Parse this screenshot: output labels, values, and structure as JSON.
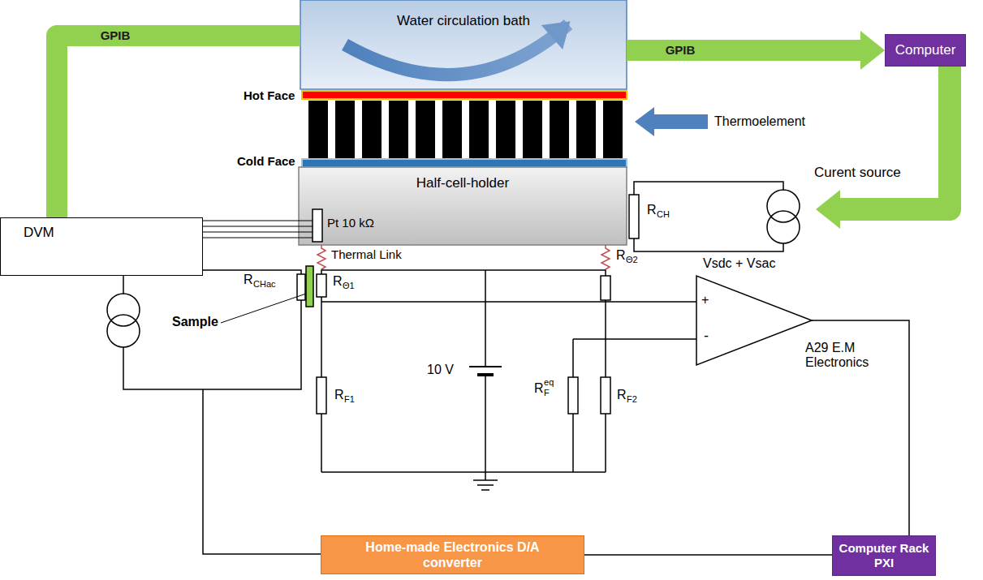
{
  "diagram": {
    "nodes": [
      {
        "text": [
          "Water circulation bath"
        ]
      },
      {
        "text": [
          "Computer"
        ]
      },
      {
        "text": [
          "Half-cell-holder"
        ]
      },
      {
        "text": [
          "DVM"
        ]
      },
      {
        "text": [
          "Home-made Electronics D/A converter"
        ]
      },
      {
        "text": [
          "Computer Rack PXI"
        ]
      }
    ],
    "edges": [
      {
        "from": 3,
        "to": 0,
        "arrow": "none",
        "label": "GPIB"
      },
      {
        "from": 0,
        "to": 1,
        "arrow": "to",
        "label": "GPIB"
      },
      {
        "from": 4,
        "to": 5,
        "arrow": "none"
      }
    ],
    "labels": [
      "Hot Face",
      "Cold Face",
      "Thermoelement",
      "Pt 10 kΩ",
      "Curent source",
      "R",
      "CH",
      "Thermal Link",
      "R",
      "CHac",
      "R",
      "Θ1",
      "Sample",
      "10 V",
      "R",
      "Θ2",
      "Vsdc + Vsac",
      "+",
      "-",
      "R",
      "F1",
      "R",
      "F",
      "eq",
      "R",
      "F2",
      "A29 E.M Electronics"
    ]
  }
}
